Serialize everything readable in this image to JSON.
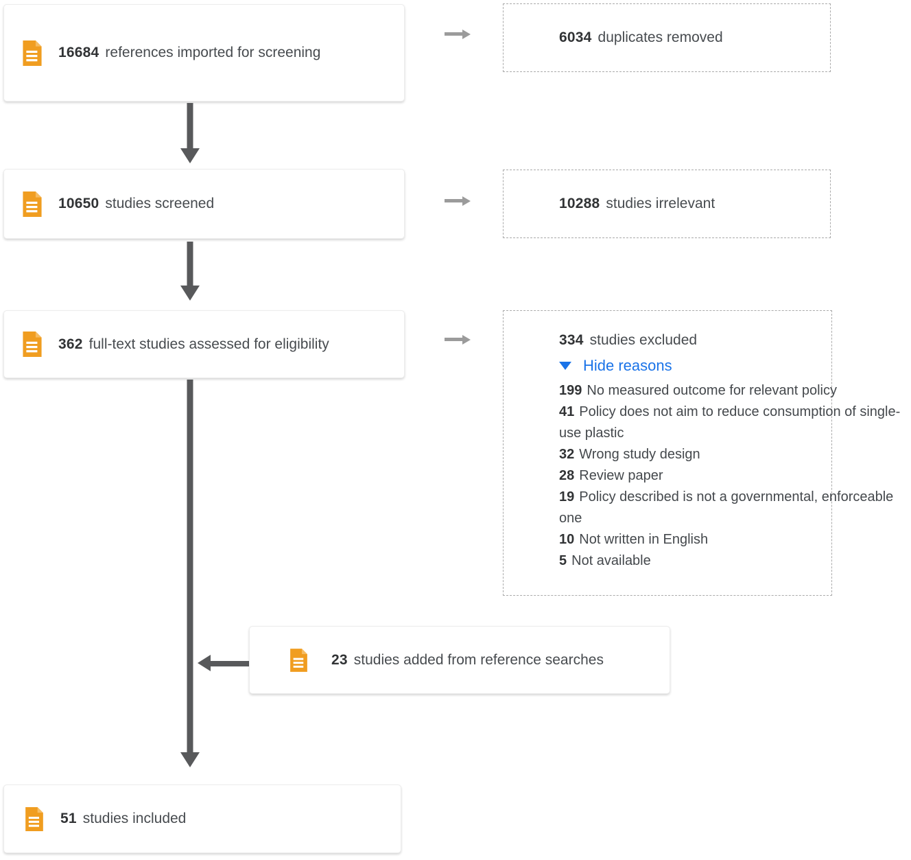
{
  "stages": {
    "imported": {
      "count": "16684",
      "label": "references imported for screening"
    },
    "duplicates": {
      "count": "6034",
      "label": "duplicates removed"
    },
    "screened": {
      "count": "10650",
      "label": "studies screened"
    },
    "irrelevant": {
      "count": "10288",
      "label": "studies irrelevant"
    },
    "fulltext": {
      "count": "362",
      "label": "full-text studies assessed for eligibility"
    },
    "excluded": {
      "count": "334",
      "label": "studies excluded",
      "toggle": "Hide reasons"
    },
    "reasons": [
      {
        "count": "199",
        "label": "No measured outcome for relevant policy"
      },
      {
        "count": "41",
        "label": "Policy does not aim to reduce consumption of single-use plastic"
      },
      {
        "count": "32",
        "label": "Wrong study design"
      },
      {
        "count": "28",
        "label": "Review paper"
      },
      {
        "count": "19",
        "label": "Policy described is not a governmental, enforceable one"
      },
      {
        "count": "10",
        "label": "Not written in English"
      },
      {
        "count": "5",
        "label": "Not available"
      }
    ],
    "references": {
      "count": "23",
      "label": "studies added from reference searches"
    },
    "included": {
      "count": "51",
      "label": "studies included"
    }
  },
  "colors": {
    "document_icon_orange": "#F09D20",
    "link_blue": "#1a73e8",
    "arrow_dark_gray": "#58595b",
    "arrow_light_gray": "#9b9b9b"
  }
}
